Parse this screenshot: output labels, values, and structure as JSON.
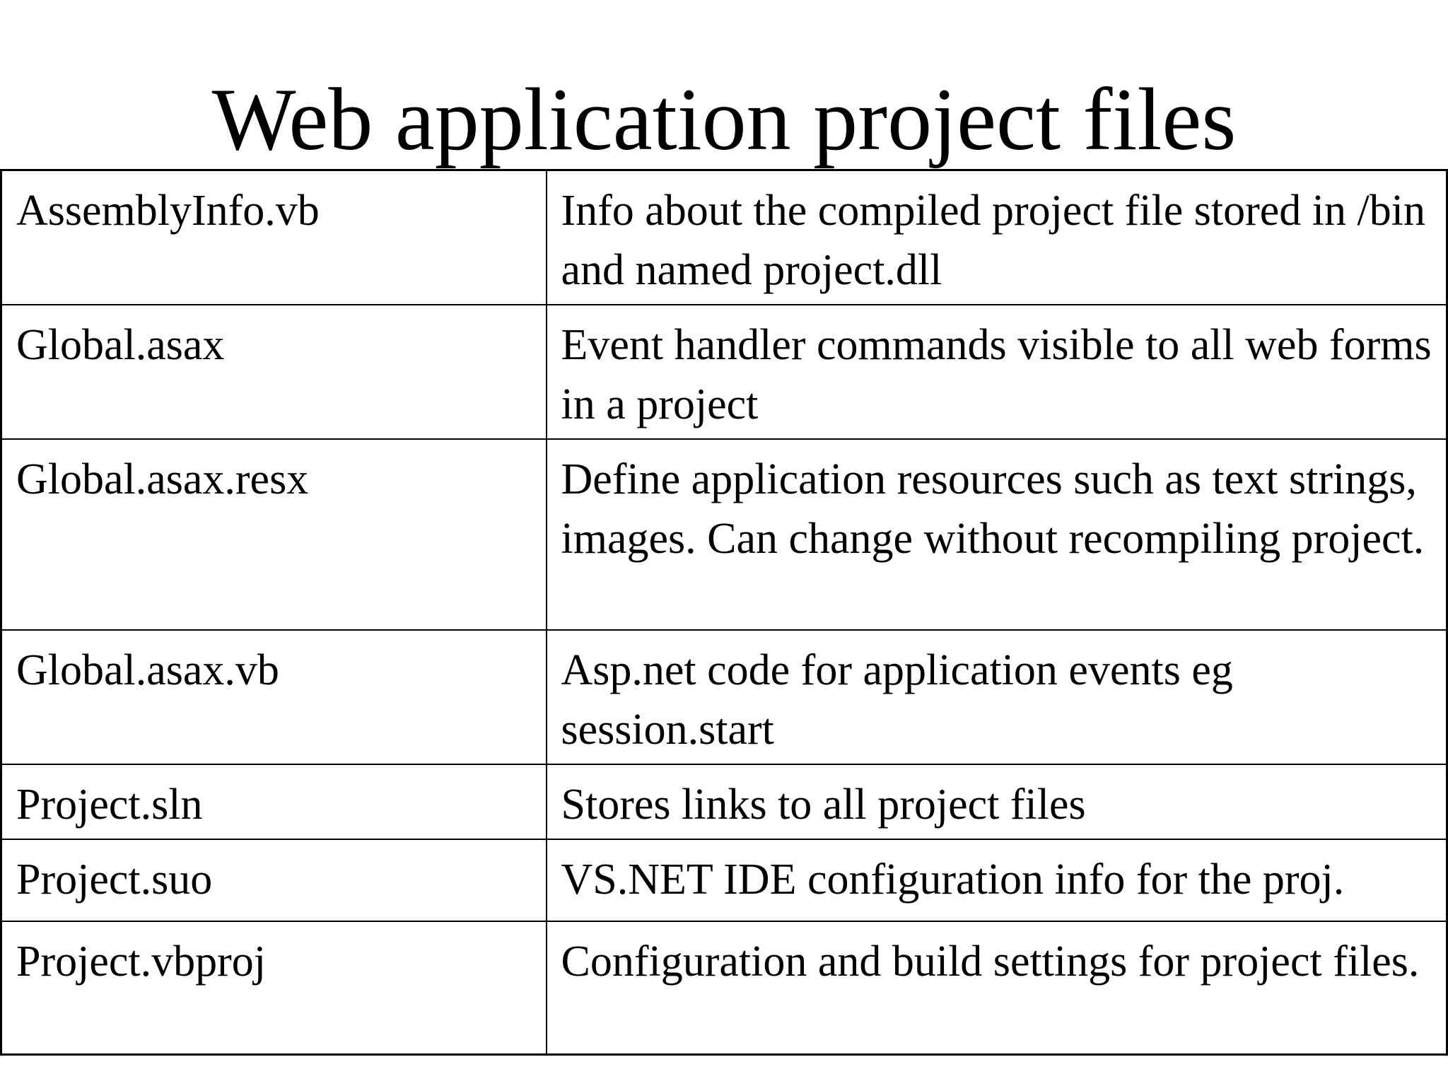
{
  "slide": {
    "title": "Web application project files"
  },
  "table": {
    "rows": [
      {
        "file": "AssemblyInfo.vb",
        "description": "Info about the compiled project file stored in /bin and named project.dll"
      },
      {
        "file": "Global.asax",
        "description": "Event handler commands visible to all web forms in a project"
      },
      {
        "file": "Global.asax.resx",
        "description": "Define application resources such as text strings, images. Can change without recompiling project."
      },
      {
        "file": "Global.asax.vb",
        "description": "Asp.net code for application events eg session.start"
      },
      {
        "file": "Project.sln",
        "description": "Stores links to all project files"
      },
      {
        "file": "Project.suo",
        "description": "VS.NET IDE configuration info for the proj."
      },
      {
        "file": "Project.vbproj",
        "description": "Configuration and build settings for project files."
      }
    ]
  }
}
